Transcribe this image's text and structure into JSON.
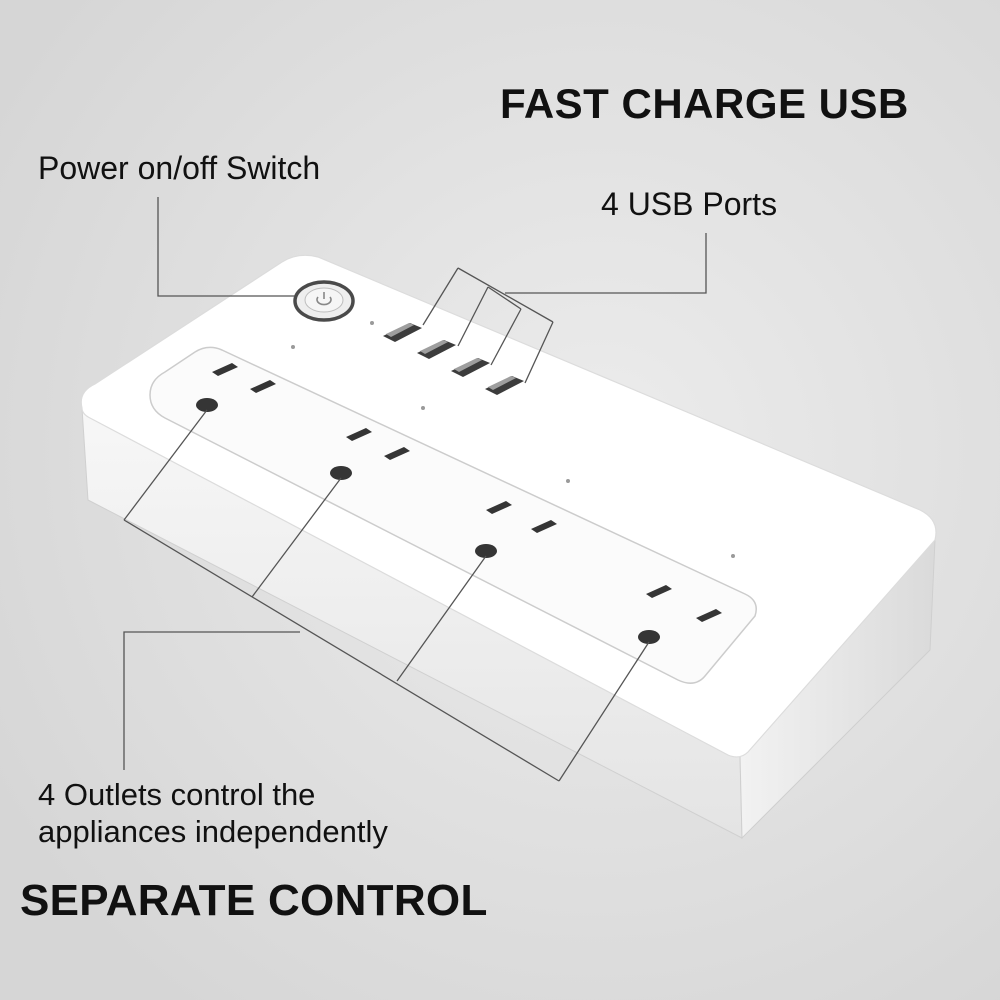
{
  "headline_top": "FAST CHARGE USB",
  "headline_bottom": "SEPARATE CONTROL",
  "callouts": {
    "power_switch": "Power on/off Switch",
    "usb_ports": "4 USB Ports",
    "outlets_line1": "4 Outlets control the",
    "outlets_line2": "appliances independently"
  },
  "product": {
    "usb_port_count": 4,
    "outlet_count": 4,
    "body_color": "#ffffff",
    "background_color": "#e2e2e2"
  },
  "icons": [
    "power-icon"
  ]
}
